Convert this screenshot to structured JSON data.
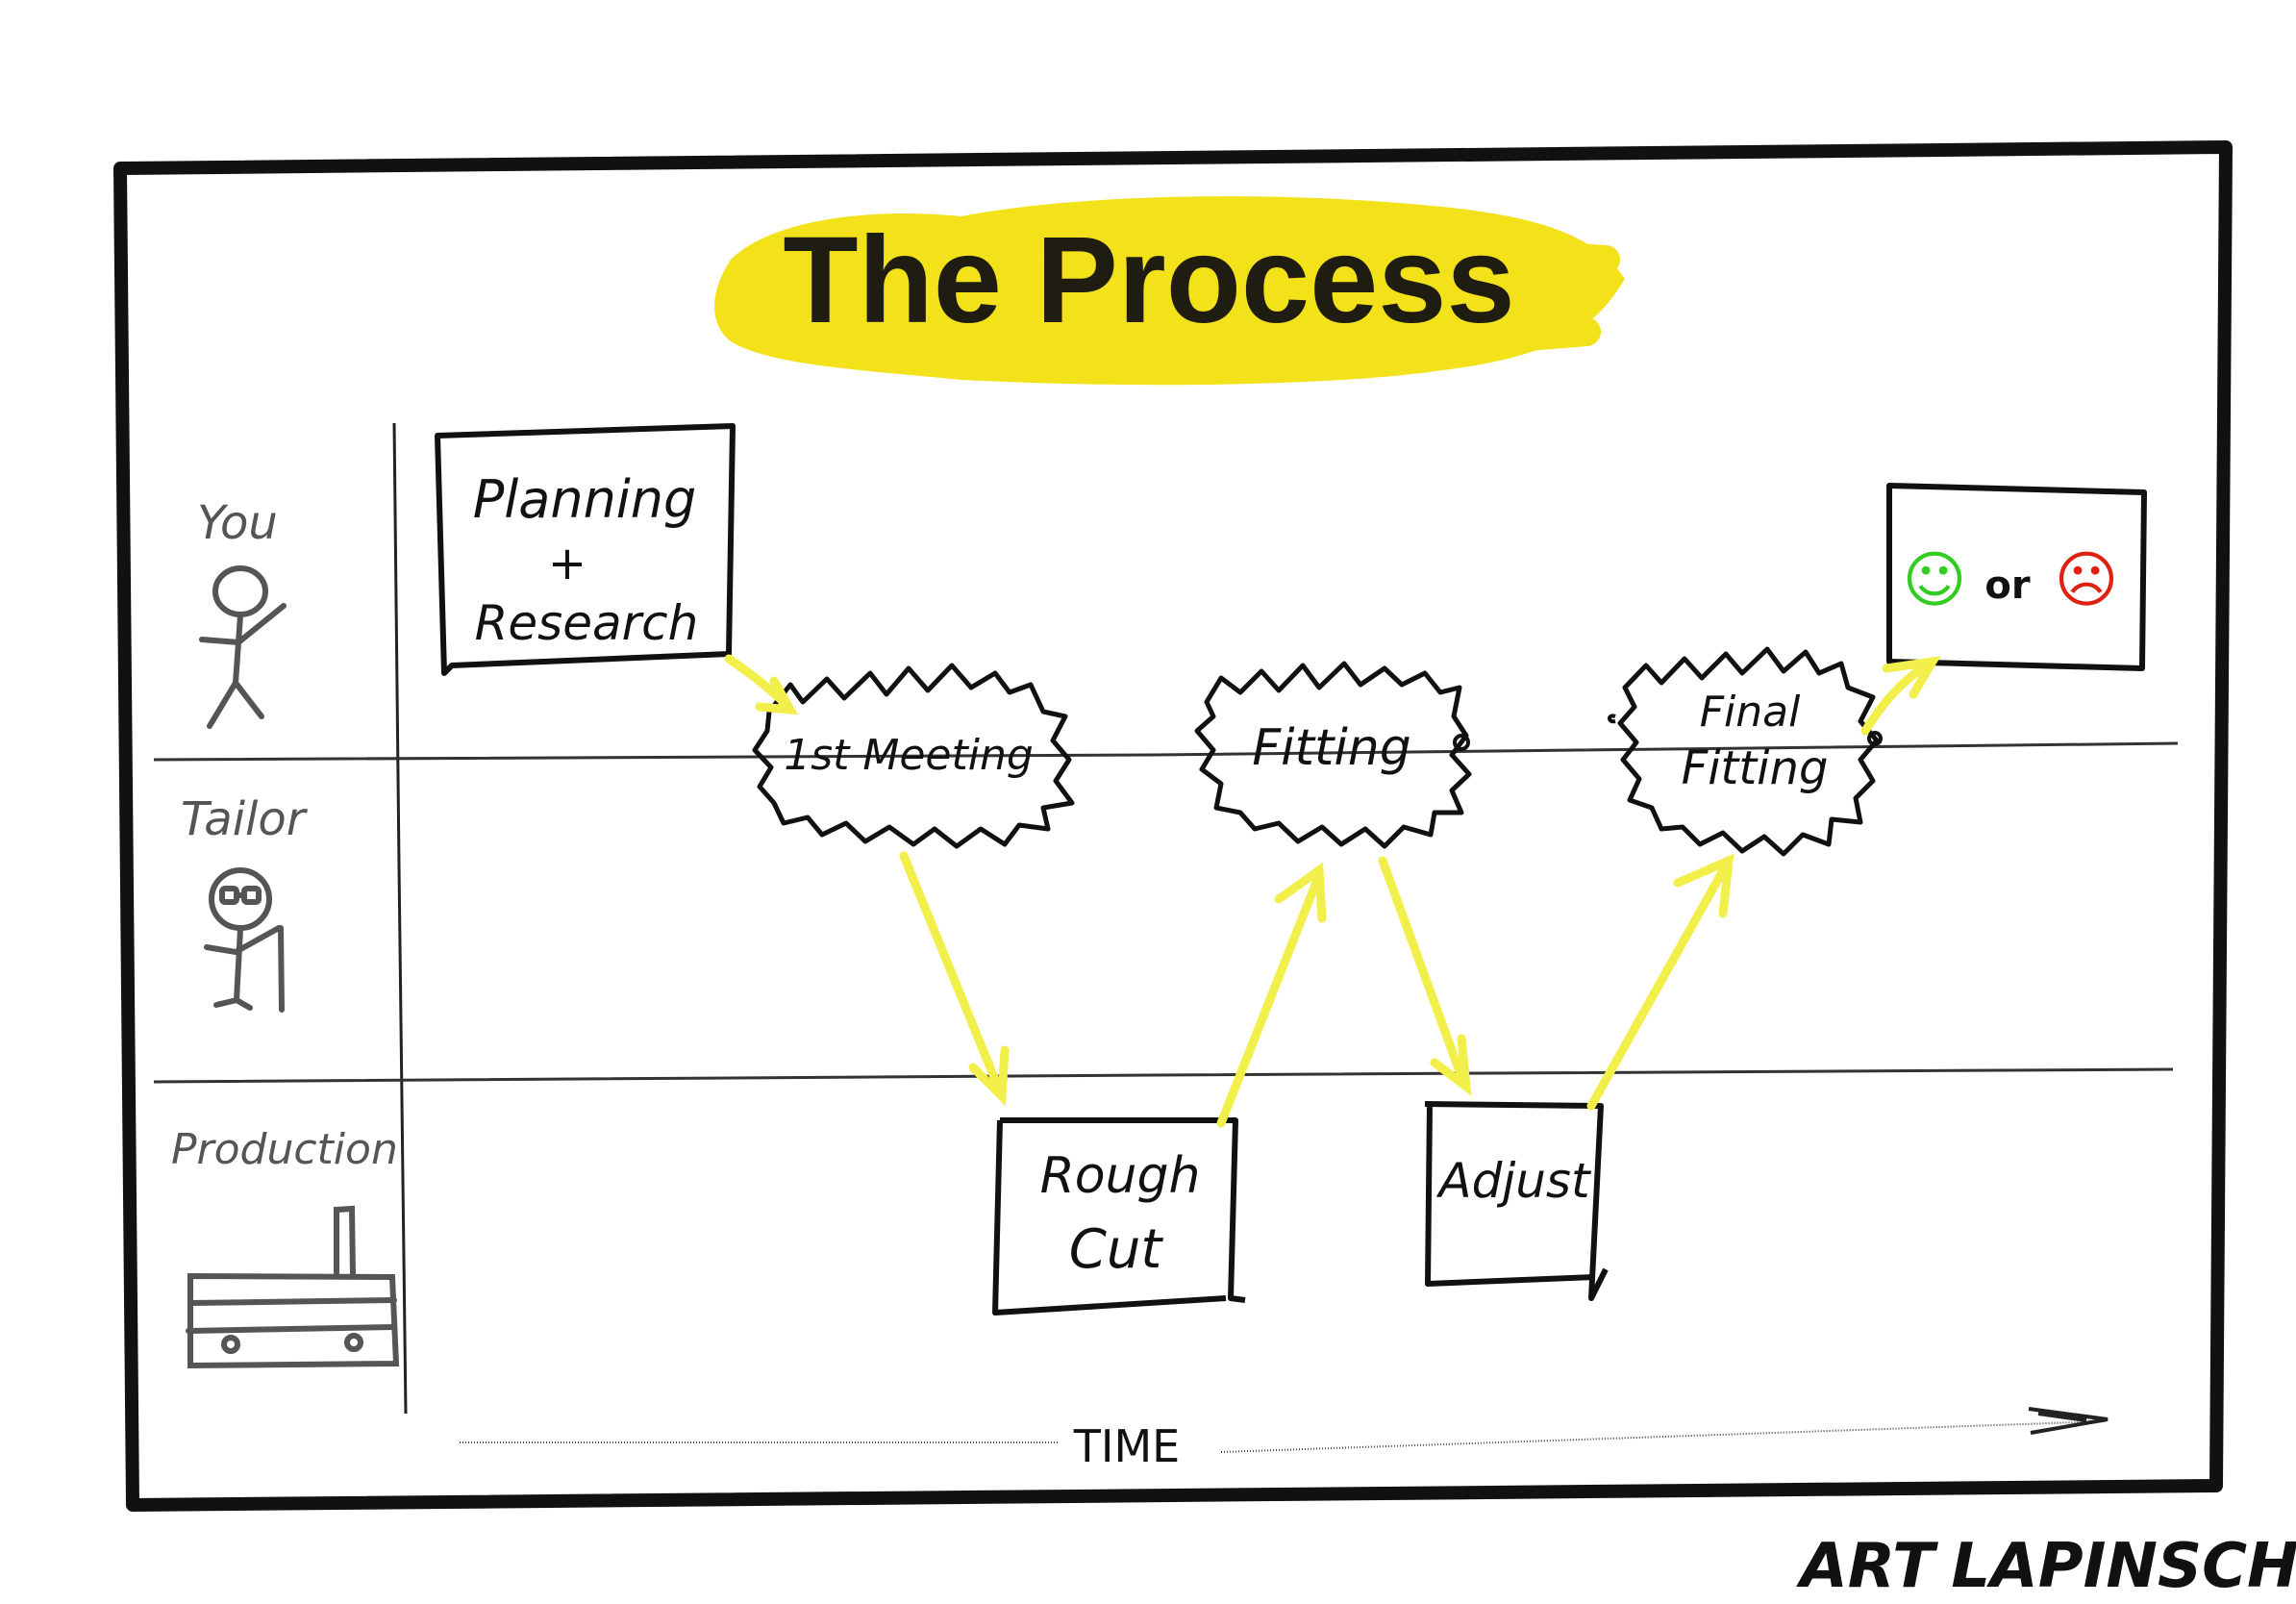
{
  "title": "The Process",
  "colors": {
    "highlight": "#f3e11a",
    "arrow": "#f2ef4a",
    "ink": "#111111",
    "lane_ink": "#555555",
    "happy": "#33cc22",
    "sad": "#dd2211"
  },
  "lanes": [
    {
      "label": "You",
      "icon": "person-icon"
    },
    {
      "label": "Tailor",
      "icon": "tailor-with-glasses-icon"
    },
    {
      "label": "Production",
      "icon": "factory-icon"
    }
  ],
  "steps": {
    "planning": {
      "line1": "Planning",
      "line2": "+",
      "line3": "Research",
      "shape": "box"
    },
    "first_meeting": {
      "label": "1st Meeting",
      "shape": "cloud"
    },
    "fitting": {
      "label": "Fitting",
      "shape": "cloud"
    },
    "final_fitting": {
      "line1": "Final",
      "line2": "Fitting",
      "shape": "cloud"
    },
    "rough_cut": {
      "line1": "Rough",
      "line2": "Cut",
      "shape": "box"
    },
    "adjust": {
      "label": "Adjust",
      "shape": "box"
    },
    "outcome": {
      "happy": "☺",
      "or": "or",
      "sad": "☹",
      "shape": "box"
    }
  },
  "axis": {
    "label": "TIME"
  },
  "signature": {
    "left": "ART",
    "right": "LAPINSCH"
  }
}
